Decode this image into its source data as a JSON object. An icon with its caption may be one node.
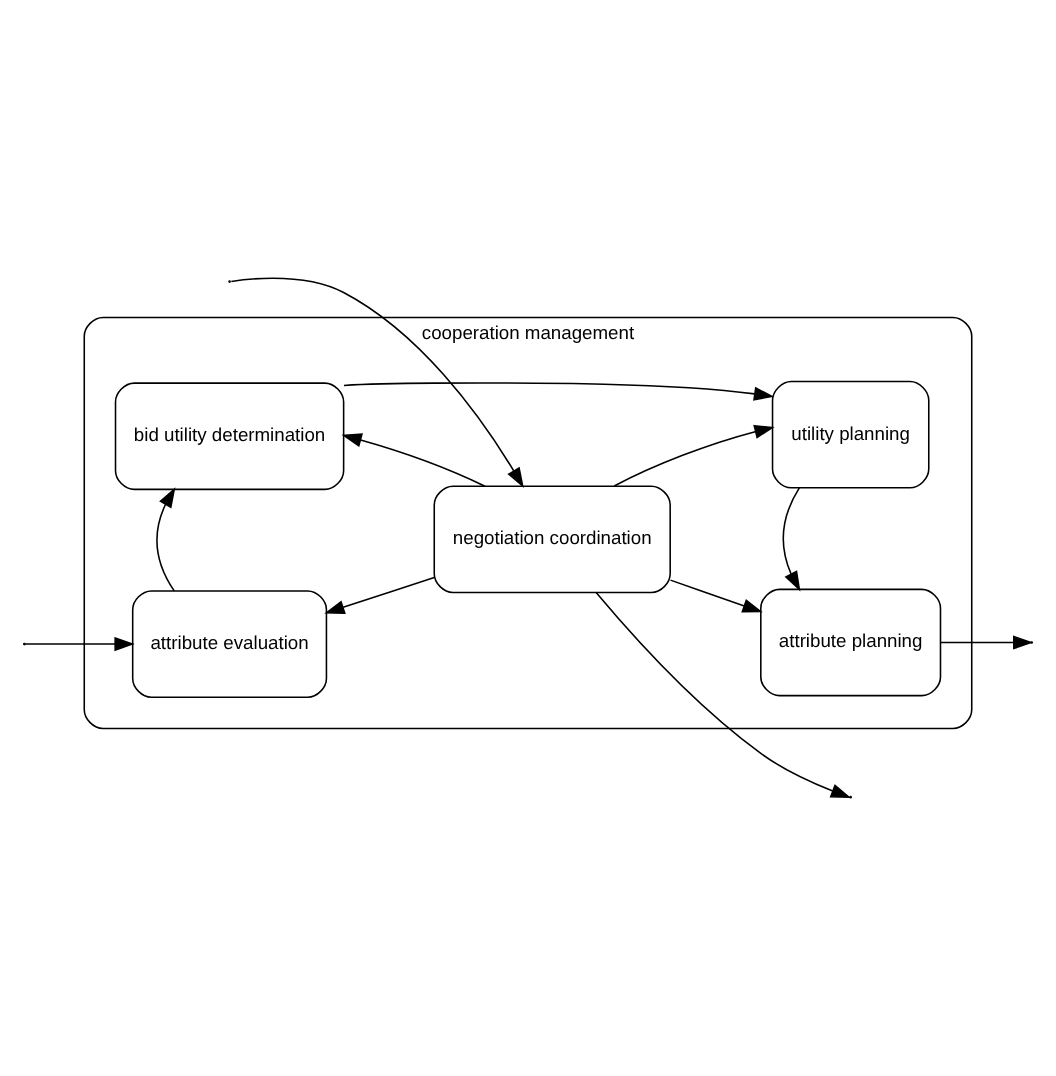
{
  "diagram": {
    "nodes": [
      {
        "text": [
          "cooperation management"
        ]
      },
      {
        "text": [
          "bid utility determination"
        ],
        "in": 0
      },
      {
        "text": [
          "utility planning"
        ],
        "in": 0
      },
      {
        "text": [
          "negotiation coordination"
        ],
        "in": 0
      },
      {
        "text": [
          "attribute evaluation"
        ],
        "in": 0
      },
      {
        "text": [
          "attribute planning"
        ],
        "in": 0
      }
    ],
    "edges": [
      {
        "from": 1,
        "to": 2,
        "arrow": "to"
      },
      {
        "from": 3,
        "to": 1,
        "arrow": "to"
      },
      {
        "from": 3,
        "to": 2,
        "arrow": "to"
      },
      {
        "from": null,
        "to": 3,
        "arrow": "to"
      },
      {
        "from": 3,
        "to": null,
        "arrow": "to"
      },
      {
        "from": 3,
        "to": 4,
        "arrow": "to"
      },
      {
        "from": 3,
        "to": 5,
        "arrow": "to"
      },
      {
        "from": 2,
        "to": 5,
        "arrow": "to"
      },
      {
        "from": 4,
        "to": 1,
        "arrow": "to"
      },
      {
        "from": null,
        "to": 4,
        "arrow": "to"
      },
      {
        "from": 5,
        "to": null,
        "arrow": "to"
      }
    ]
  }
}
